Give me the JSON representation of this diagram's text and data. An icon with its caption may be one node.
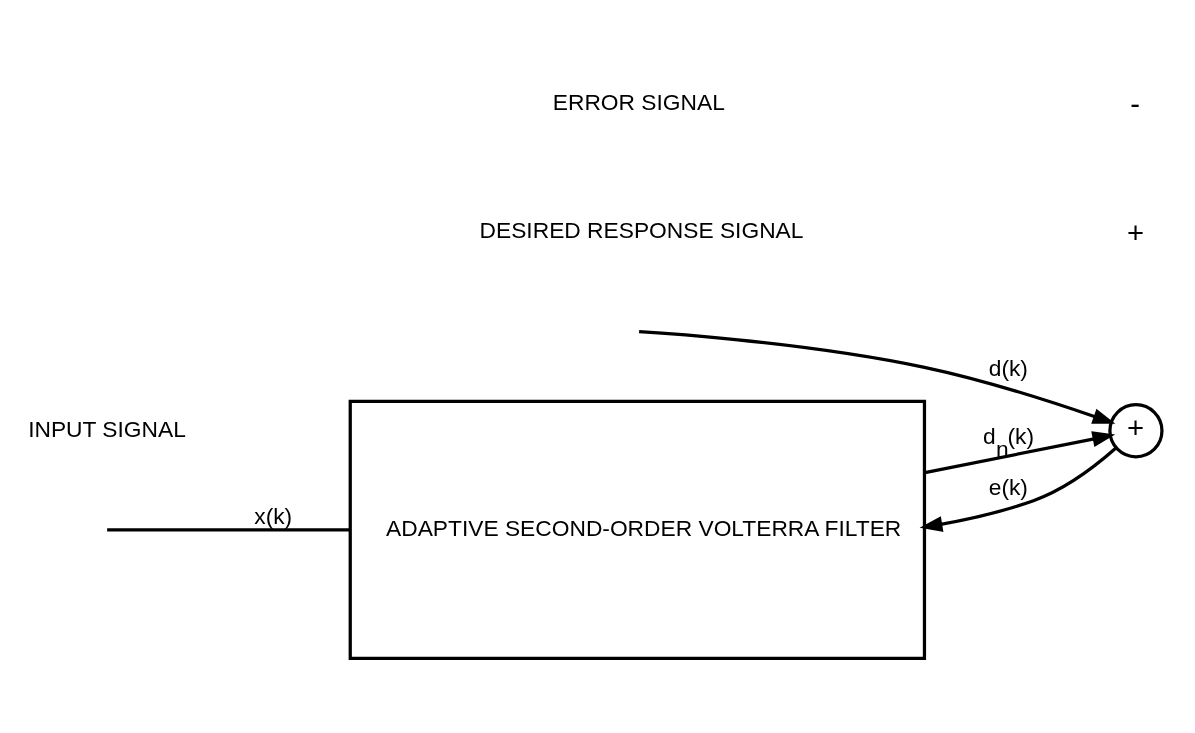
{
  "diagram": {
    "nodes": [
      {
        "text": [
          "ADAPTIVE SECOND-ORDER VOLTERRA FILTER"
        ]
      },
      {
        "text": [
          "+"
        ],
        "beside": [
          "-",
          "+"
        ]
      }
    ],
    "edges": [
      {
        "from": null,
        "to": 0,
        "arrow": "none",
        "label": "x(k)"
      },
      {
        "from": 0,
        "to": 1,
        "arrow": "to",
        "label": "d$_{n}$(k)"
      },
      {
        "from": null,
        "to": 1,
        "arrow": "to",
        "label": "d(k)"
      },
      {
        "from": 1,
        "to": 0,
        "arrow": "to",
        "label": "e(k)"
      }
    ],
    "labels": [
      "DESIRED RESPONSE SIGNAL",
      "INPUT SIGNAL",
      "ERROR SIGNAL"
    ]
  }
}
